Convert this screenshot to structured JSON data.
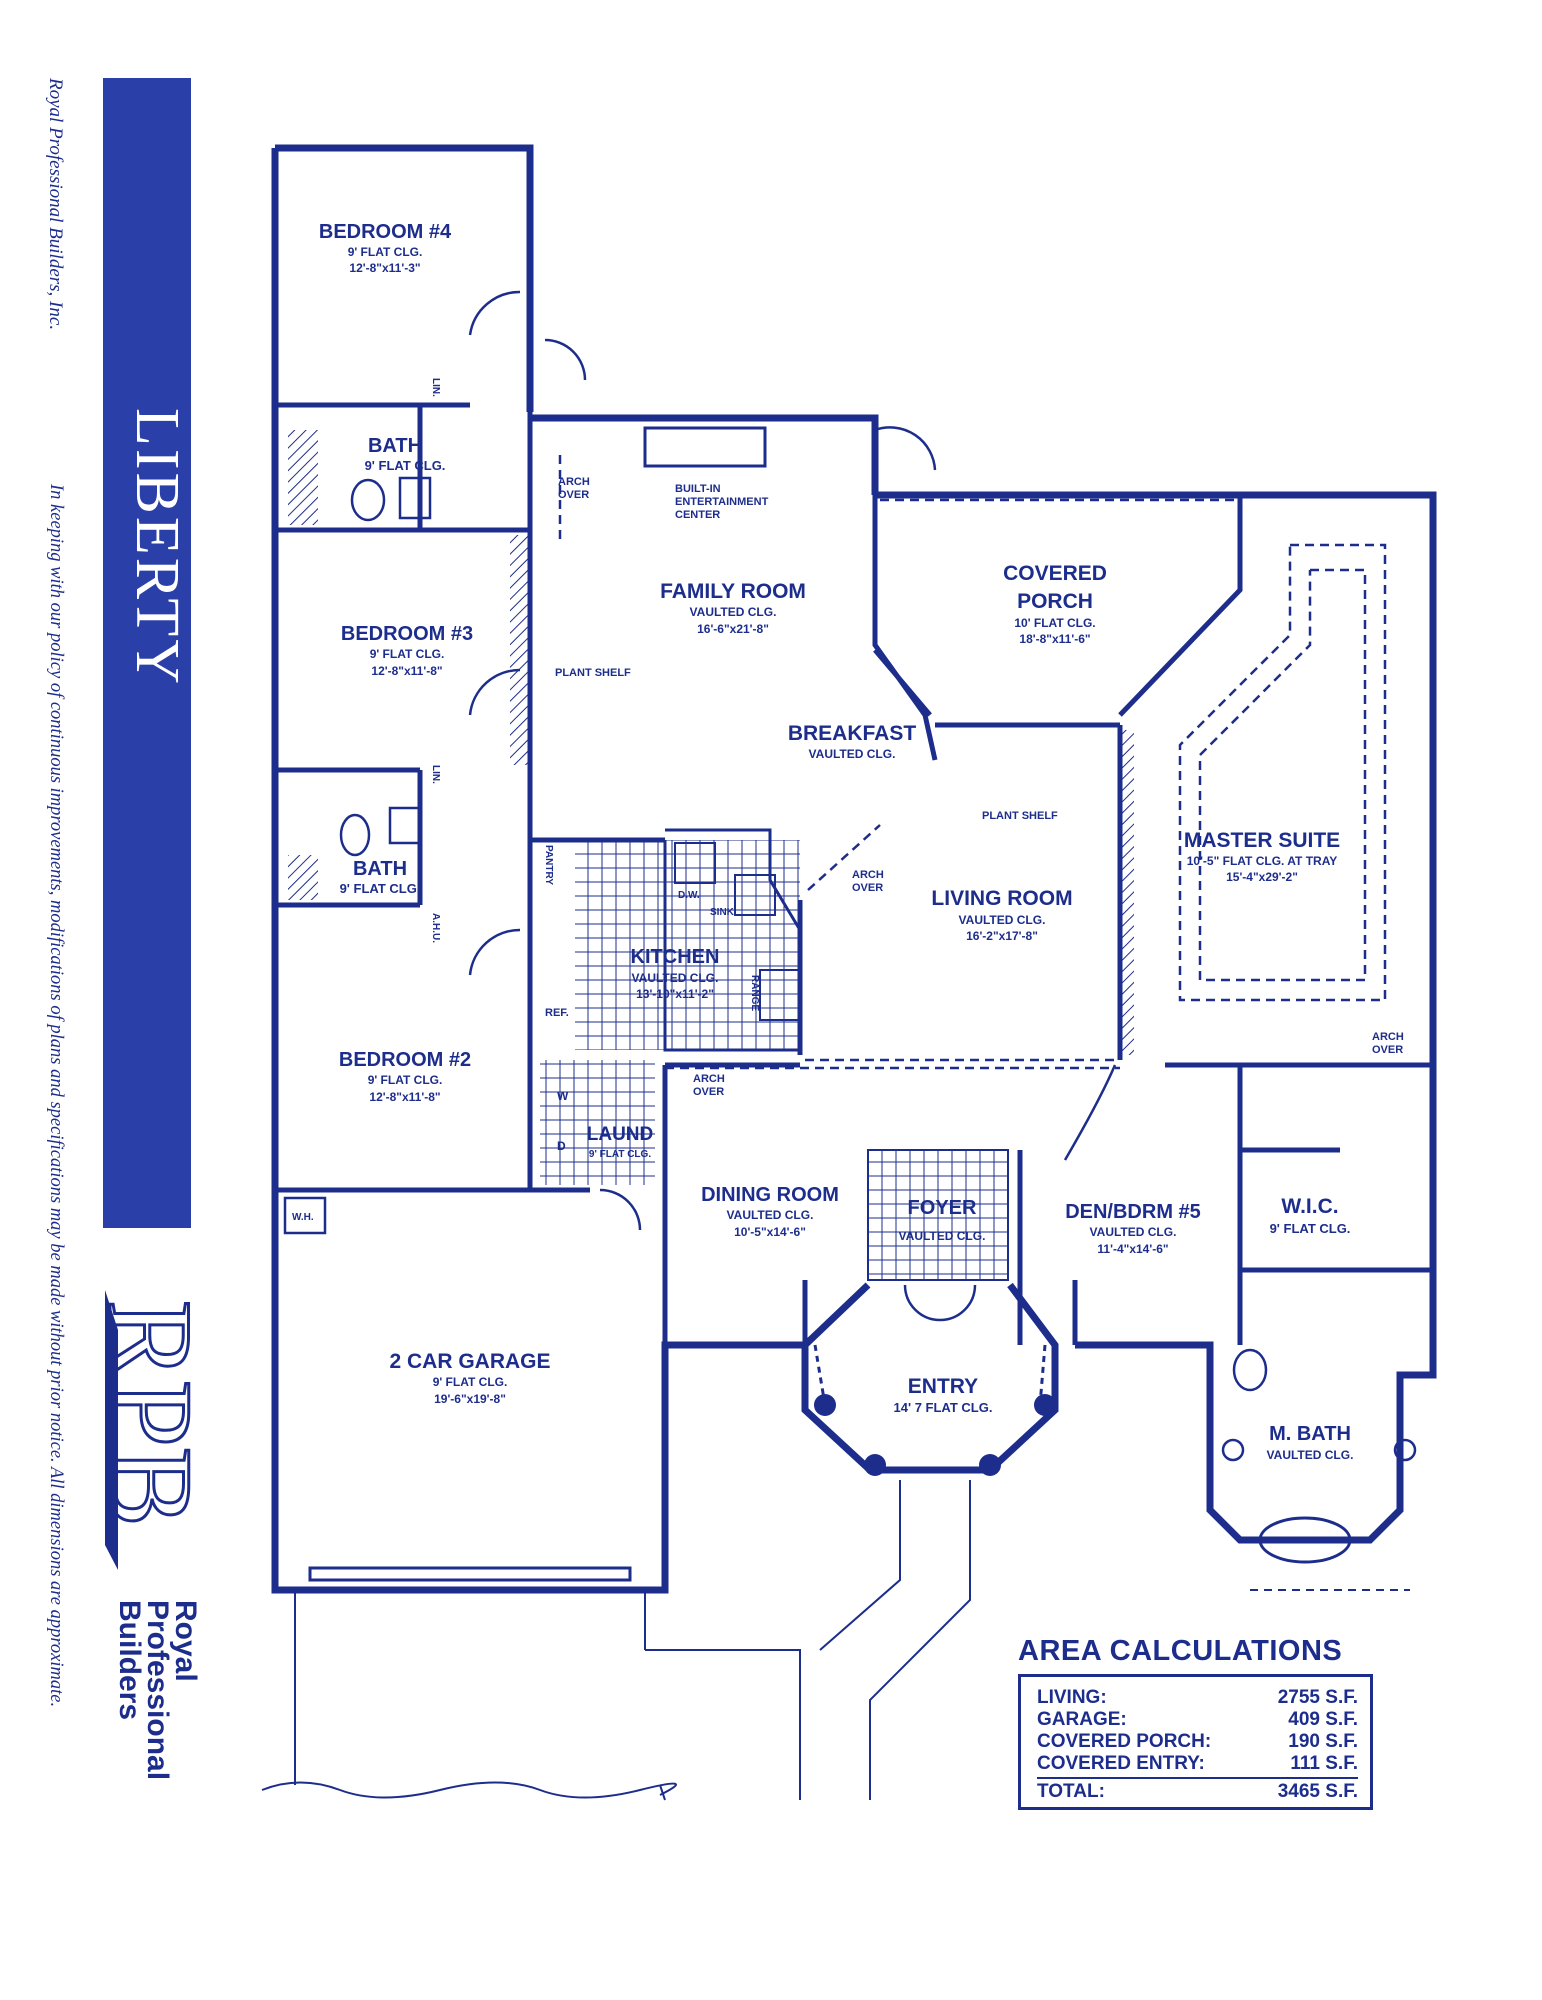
{
  "sidebar": {
    "company_line": "Royal Professional Builders, Inc.",
    "disclaimer": "In keeping with our policy of continuous improvements, modifications of plans and specifications may be made without prior notice. All dimensions are approximate.",
    "plan_name": "LIBERTY",
    "logo_monogram": "RPB",
    "logo_text": [
      "Royal",
      "Professional",
      "Builders"
    ]
  },
  "rooms": {
    "bedroom4": {
      "name": "BEDROOM #4",
      "ceiling": "9' FLAT CLG.",
      "size": "12'-8\"x11'-3\""
    },
    "bath_upper": {
      "name": "BATH",
      "ceiling": "9' FLAT CLG."
    },
    "bedroom3": {
      "name": "BEDROOM #3",
      "ceiling": "9' FLAT CLG.",
      "size": "12'-8\"x11'-8\""
    },
    "bath_lower": {
      "name": "BATH",
      "ceiling": "9' FLAT CLG."
    },
    "bedroom2": {
      "name": "BEDROOM #2",
      "ceiling": "9' FLAT CLG.",
      "size": "12'-8\"x11'-8\""
    },
    "family_room": {
      "name": "FAMILY ROOM",
      "ceiling": "VAULTED CLG.",
      "size": "16'-6\"x21'-8\""
    },
    "breakfast": {
      "name": "BREAKFAST",
      "ceiling": "VAULTED CLG."
    },
    "kitchen": {
      "name": "KITCHEN",
      "ceiling": "VAULTED CLG.",
      "size": "13'-10\"x11'-2\""
    },
    "covered_porch": {
      "name_line1": "COVERED",
      "name_line2": "PORCH",
      "ceiling": "10' FLAT CLG.",
      "size": "18'-8\"x11'-6\""
    },
    "living_room": {
      "name": "LIVING ROOM",
      "ceiling": "VAULTED CLG.",
      "size": "16'-2\"x17'-8\""
    },
    "master_suite": {
      "name": "MASTER SUITE",
      "ceiling": "10'-5\" FLAT CLG. AT TRAY",
      "size": "15'-4\"x29'-2\""
    },
    "dining_room": {
      "name": "DINING ROOM",
      "ceiling": "VAULTED CLG.",
      "size": "10'-5\"x14'-6\""
    },
    "foyer": {
      "name": "FOYER",
      "ceiling": "VAULTED CLG."
    },
    "den": {
      "name": "DEN/BDRM #5",
      "ceiling": "VAULTED CLG.",
      "size": "11'-4\"x14'-6\""
    },
    "wic": {
      "name": "W.I.C.",
      "ceiling": "9' FLAT CLG."
    },
    "entry": {
      "name": "ENTRY",
      "ceiling": "14' 7 FLAT CLG."
    },
    "master_bath": {
      "name": "M. BATH",
      "ceiling": "VAULTED CLG."
    },
    "laundry": {
      "name": "LAUND",
      "ceiling": "9' FLAT CLG."
    },
    "garage": {
      "name": "2 CAR GARAGE",
      "ceiling": "9' FLAT CLG.",
      "size": "19'-6\"x19'-8\""
    }
  },
  "labels": {
    "arch_over": [
      "ARCH",
      "OVER"
    ],
    "entertainment": [
      "BUILT-IN",
      "ENTERTAINMENT",
      "CENTER"
    ],
    "plant_shelf": "PLANT SHELF",
    "lin": "LIN.",
    "ahu": "A.H.U.",
    "pantry": "PANTRY",
    "dw": "D.W.",
    "sink": "SINK",
    "range": "RANGE",
    "ref": "REF.",
    "washer": "W",
    "dryer": "D",
    "water_heater": "W.H."
  },
  "area_calculations": {
    "title": "AREA CALCULATIONS",
    "rows": [
      {
        "label": "LIVING:",
        "value": "2755 S.F."
      },
      {
        "label": "GARAGE:",
        "value": "409 S.F."
      },
      {
        "label": "COVERED PORCH:",
        "value": "190 S.F."
      },
      {
        "label": "COVERED ENTRY:",
        "value": "111 S.F."
      }
    ],
    "total": {
      "label": "TOTAL:",
      "value": "3465 S.F."
    }
  },
  "colors": {
    "ink": "#1d2d8c",
    "bar": "#2a3fa8"
  }
}
